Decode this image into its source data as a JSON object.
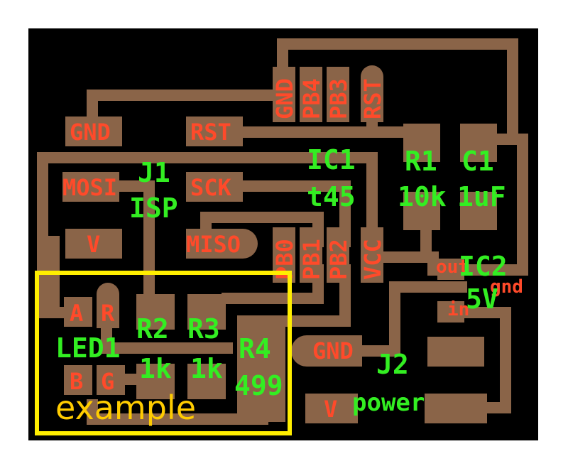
{
  "pads": {
    "gnd_top": "GND",
    "pb4": "PB4",
    "pb3": "PB3",
    "rst_top": "RST",
    "gnd_left": "GND",
    "rst_left": "RST",
    "mosi": "MOSI",
    "sck": "SCK",
    "v_left": "V",
    "miso": "MISO",
    "pb0": "PB0",
    "pb1": "PB1",
    "pb2": "PB2",
    "vcc": "VCC",
    "led_a": "A",
    "led_r": "R",
    "led_b": "B",
    "led_g": "G",
    "gnd_j2": "GND",
    "v_j2": "V",
    "ic2_out": "out",
    "ic2_in": "in",
    "ic2_gnd": "gnd"
  },
  "components": {
    "j1_ref": "J1",
    "j1_name": "ISP",
    "ic1_ref": "IC1",
    "ic1_name": "t45",
    "r1_ref": "R1",
    "r1_val": "10k",
    "c1_ref": "C1",
    "c1_val": "1uF",
    "ic2_ref": "IC2",
    "ic2_val": "5V",
    "r2_ref": "R2",
    "r2_val": "1k",
    "r3_ref": "R3",
    "r3_val": "1k",
    "r4_ref": "R4",
    "r4_val": "499",
    "led1_ref": "LED1",
    "j2_ref": "J2",
    "j2_name": "power"
  },
  "annotation": {
    "label": "example"
  },
  "colors": {
    "board": "#000000",
    "copper": "#8a6448",
    "pad_label": "#ff4a2a",
    "component_label": "#33ee22",
    "annotation": "#ffcc00"
  }
}
